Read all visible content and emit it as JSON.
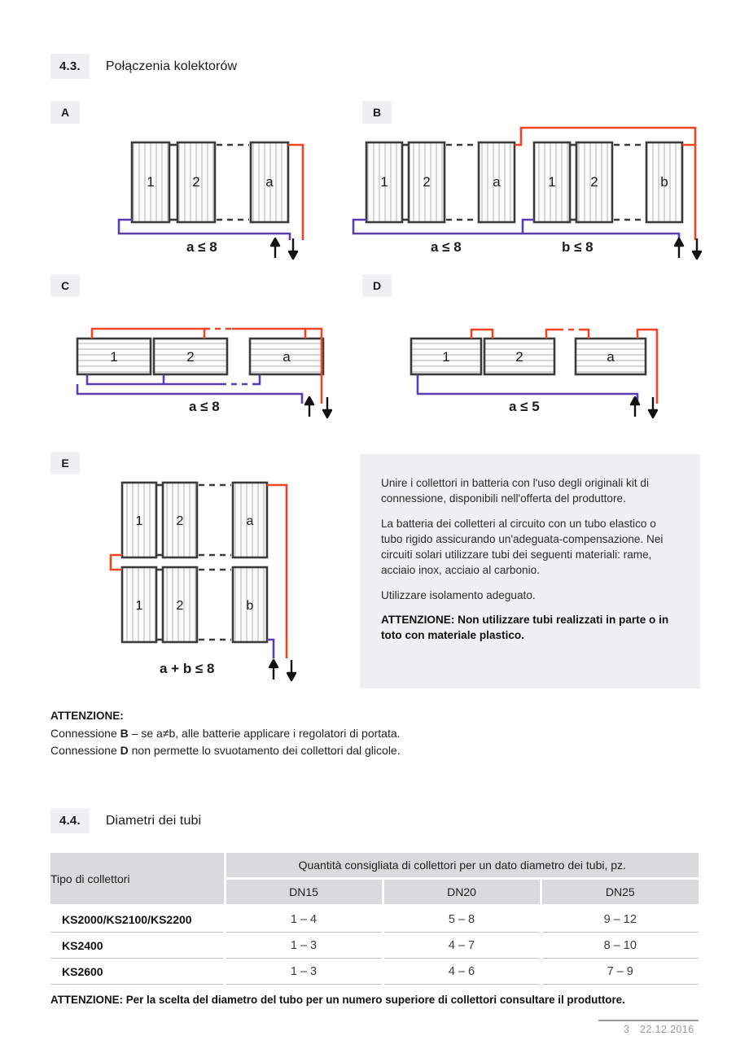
{
  "sections": {
    "s43": {
      "number": "4.3.",
      "title": "Połączenia kolektorów"
    },
    "s44": {
      "number": "4.4.",
      "title": "Diametri dei tubi"
    }
  },
  "colors": {
    "pipe_hot": "#f04423",
    "pipe_cold": "#5b3fb0",
    "collector_outline": "#3b3b3b",
    "chip_bg": "#eef0f2",
    "panel_bg": "#eef0f2",
    "table_header_bg": "#d9dadb"
  },
  "diagrams": [
    {
      "letter": "A",
      "caption_prefix": "a",
      "caption_op": "≤",
      "caption_value": "8",
      "caption": "a ≤ 8",
      "orientation": "vertical",
      "rows": [
        {
          "labels": [
            "1",
            "2",
            "a"
          ]
        }
      ]
    },
    {
      "letter": "B",
      "caption": "a ≤ 8",
      "caption2": "b ≤ 8",
      "orientation": "vertical",
      "rows": [
        {
          "labels": [
            "1",
            "2",
            "a"
          ]
        },
        {
          "labels": [
            "1",
            "2",
            "b"
          ]
        }
      ]
    },
    {
      "letter": "C",
      "caption": "a ≤ 8",
      "orientation": "horizontal",
      "rows": [
        {
          "labels": [
            "1",
            "2",
            "a"
          ]
        }
      ]
    },
    {
      "letter": "D",
      "caption": "a ≤ 5",
      "orientation": "horizontal",
      "rows": [
        {
          "labels": [
            "1",
            "2",
            "a"
          ]
        }
      ]
    },
    {
      "letter": "E",
      "caption": "a + b ≤ 8",
      "orientation": "vertical-stacked",
      "rows": [
        {
          "labels": [
            "1",
            "2",
            "a"
          ]
        },
        {
          "labels": [
            "1",
            "2",
            "b"
          ]
        }
      ]
    }
  ],
  "info_panel": {
    "paragraphs": [
      "Unire  i collettori in batteria con l'uso degli originali kit di connessione, disponibili nell'offerta del produttore.",
      "La batteria dei colletteri al circuito con un tubo elastico o tubo rigido assicurando  un'adeguata-compensazione. Nei circuiti solari utilizzare tubi dei seguenti materiali: rame, acciaio inox, acciaio al carbonio.",
      "Utilizzare isolamento adeguato."
    ],
    "warning": "ATTENZIONE: Non utilizzare tubi realizzati in parte o in toto con materiale plastico."
  },
  "attention": {
    "title": "ATTENZIONE:",
    "line1_pre": "Connessione ",
    "line1_bold": "B",
    "line1_post": " – se a≠b, alle batterie applicare i regolatori di portata.",
    "line2_pre": "Connessione ",
    "line2_bold": "D",
    "line2_post": " non permette lo svuotamento dei collettori dal glicole."
  },
  "table": {
    "col0_header": "Tipo di collettori",
    "group_header": "Quantità consigliata di collettori per un dato diametro dei tubi, pz.",
    "diameter_headers": [
      "DN15",
      "DN20",
      "DN25"
    ],
    "rows": [
      {
        "type": "KS2000/KS2100/KS2200",
        "values": [
          "1 – 4",
          "5 – 8",
          "9 – 12"
        ]
      },
      {
        "type": "KS2400",
        "values": [
          "1 – 3",
          "4 – 7",
          "8 – 10"
        ]
      },
      {
        "type": "KS2600",
        "values": [
          "1 – 3",
          "4 – 6",
          "7 – 9"
        ]
      }
    ]
  },
  "bottom_note": "ATTENZIONE: Per la scelta  del diametro del tubo per un numero superiore di collettori consultare il produttore.",
  "footer": {
    "page": "3",
    "date": "22.12.2016"
  }
}
